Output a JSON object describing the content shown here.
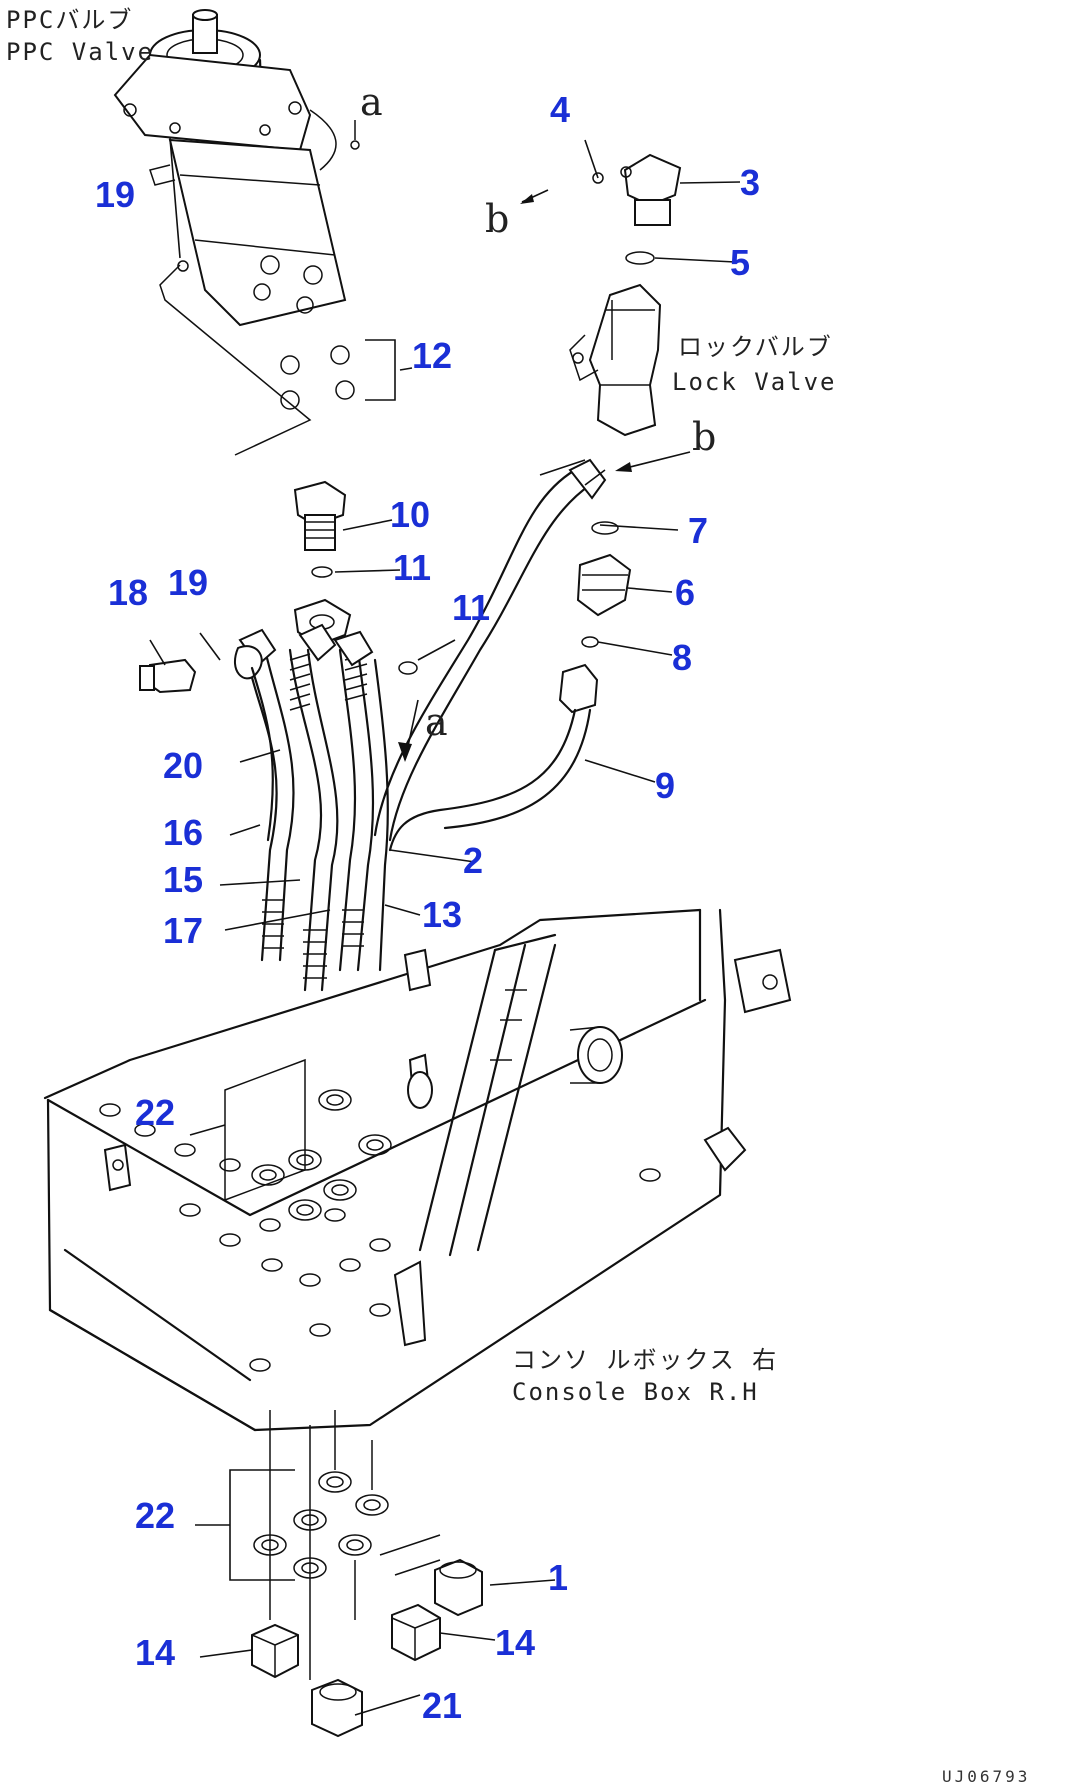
{
  "captions": {
    "ppc_jp": "PPCバルブ",
    "ppc_en": "PPC Valve",
    "lock_jp": "ロックバルブ",
    "lock_en": "Lock Valve",
    "console_jp": "コンソ ルボックス 右",
    "console_en": "Console Box R.H"
  },
  "refs": {
    "a1": "a",
    "a2": "a",
    "b1": "b",
    "b2": "b"
  },
  "drawing_code": "UJ06793",
  "callouts": [
    {
      "id": "1",
      "label": "1"
    },
    {
      "id": "2",
      "label": "2"
    },
    {
      "id": "3",
      "label": "3"
    },
    {
      "id": "4",
      "label": "4"
    },
    {
      "id": "5",
      "label": "5"
    },
    {
      "id": "6",
      "label": "6"
    },
    {
      "id": "7",
      "label": "7"
    },
    {
      "id": "8",
      "label": "8"
    },
    {
      "id": "9",
      "label": "9"
    },
    {
      "id": "10",
      "label": "10"
    },
    {
      "id": "11a",
      "label": "11"
    },
    {
      "id": "11b",
      "label": "11"
    },
    {
      "id": "12",
      "label": "12"
    },
    {
      "id": "13",
      "label": "13"
    },
    {
      "id": "14a",
      "label": "14"
    },
    {
      "id": "14b",
      "label": "14"
    },
    {
      "id": "15",
      "label": "15"
    },
    {
      "id": "16",
      "label": "16"
    },
    {
      "id": "17",
      "label": "17"
    },
    {
      "id": "18",
      "label": "18"
    },
    {
      "id": "19a",
      "label": "19"
    },
    {
      "id": "19b",
      "label": "19"
    },
    {
      "id": "20",
      "label": "20"
    },
    {
      "id": "21",
      "label": "21"
    },
    {
      "id": "22a",
      "label": "22"
    },
    {
      "id": "22b",
      "label": "22"
    }
  ],
  "colors": {
    "callout": "#1a2fd6",
    "line": "#111111"
  }
}
